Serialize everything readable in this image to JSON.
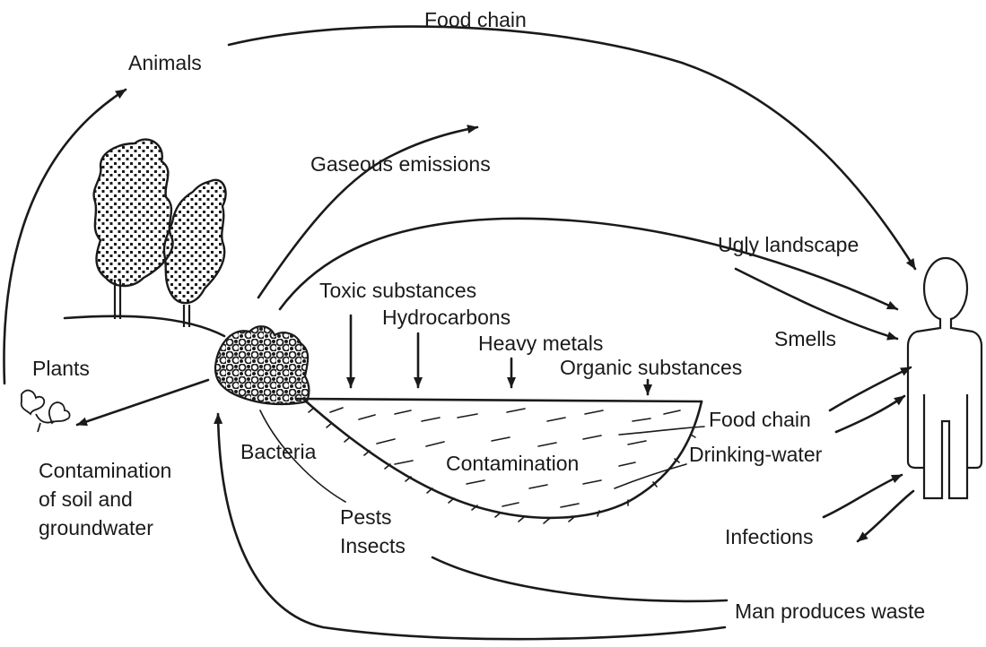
{
  "labels": {
    "food_chain_top": "Food chain",
    "animals": "Animals",
    "gaseous_emissions": "Gaseous emissions",
    "ugly_landscape": "Ugly landscape",
    "toxic_substances": "Toxic substances",
    "hydrocarbons": "Hydrocarbons",
    "heavy_metals": "Heavy metals",
    "organic_substances": "Organic substances",
    "smells": "Smells",
    "plants": "Plants",
    "food_chain_water": "Food chain",
    "drinking_water": "Drinking-water",
    "bacteria": "Bacteria",
    "contamination": "Contamination",
    "contamination_soil_line1": "Contamination",
    "contamination_soil_line2": "of soil and",
    "contamination_soil_line3": "groundwater",
    "pests": "Pests",
    "insects": "Insects",
    "infections": "Infections",
    "man_produces_waste": "Man produces waste"
  },
  "colors": {
    "ink": "#1a1a1a",
    "background": "#ffffff"
  },
  "icons": [
    "tree-icon",
    "waste-heap-icon",
    "plant-icon",
    "human-figure-icon"
  ]
}
